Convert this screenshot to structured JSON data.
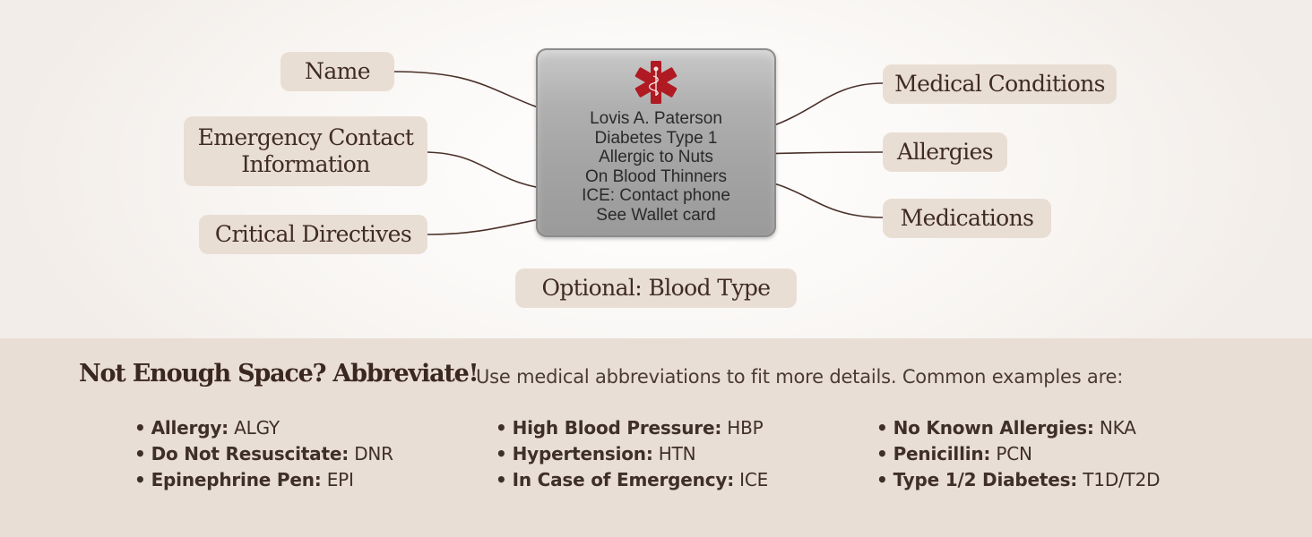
{
  "tag": {
    "icon": "medical-star-of-life-icon",
    "icon_color": "#b01a22",
    "lines": [
      "Lovis A. Paterson",
      "Diabetes Type 1",
      "Allergic to Nuts",
      "On Blood Thinners",
      "ICE: Contact phone",
      "See Wallet card"
    ]
  },
  "labels": {
    "name": "Name",
    "emergency_contact_1": "Emergency Contact",
    "emergency_contact_2": "Information",
    "critical_directives": "Critical Directives",
    "medical_conditions": "Medical Conditions",
    "allergies": "Allergies",
    "medications": "Medications",
    "blood_type": "Optional: Blood Type"
  },
  "abbreviations": {
    "headline": "Not Enough Space? Abbreviate!",
    "subline": "Use medical abbreviations to fit more details. Common examples are:",
    "columns": [
      [
        {
          "term": "Allergy:",
          "abbr": "ALGY"
        },
        {
          "term": "Do Not Resuscitate:",
          "abbr": "DNR"
        },
        {
          "term": "Epinephrine Pen:",
          "abbr": "EPI"
        }
      ],
      [
        {
          "term": "High Blood Pressure:",
          "abbr": "HBP"
        },
        {
          "term": "Hypertension:",
          "abbr": "HTN"
        },
        {
          "term": "In Case of Emergency:",
          "abbr": "ICE"
        }
      ],
      [
        {
          "term": "No Known Allergies:",
          "abbr": "NKA"
        },
        {
          "term": "Penicillin:",
          "abbr": "PCN"
        },
        {
          "term": "Type 1/2 Diabetes:",
          "abbr": "T1D/T2D"
        }
      ]
    ]
  },
  "colors": {
    "label_bg": "#e9ded3",
    "text_dark": "#3f2b24",
    "bottom_bg": "#e9ded5",
    "connector": "#4a3029"
  }
}
